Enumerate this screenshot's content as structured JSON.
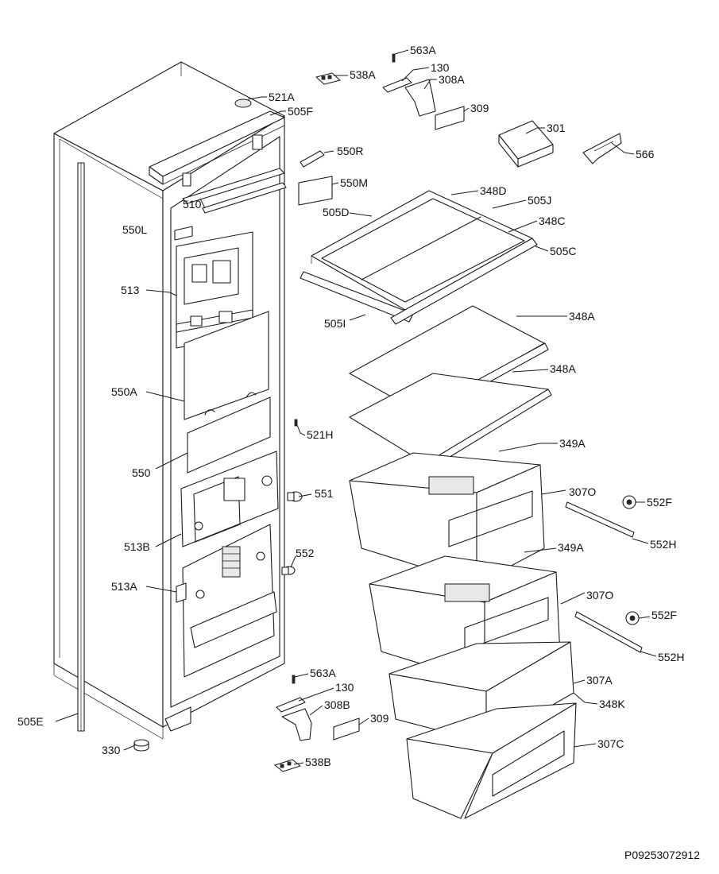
{
  "document_number": "P09253072912",
  "part_labels": [
    {
      "code": "563A"
    },
    {
      "code": "538A"
    },
    {
      "code": "130"
    },
    {
      "code": "308A"
    },
    {
      "code": "521A"
    },
    {
      "code": "505F"
    },
    {
      "code": "309"
    },
    {
      "code": "301"
    },
    {
      "code": "566"
    },
    {
      "code": "550R"
    },
    {
      "code": "550M"
    },
    {
      "code": "510"
    },
    {
      "code": "348D"
    },
    {
      "code": "505J"
    },
    {
      "code": "505D"
    },
    {
      "code": "348C"
    },
    {
      "code": "550L"
    },
    {
      "code": "505C"
    },
    {
      "code": "513"
    },
    {
      "code": "505I"
    },
    {
      "code": "348A"
    },
    {
      "code": "348A"
    },
    {
      "code": "550A"
    },
    {
      "code": "521H"
    },
    {
      "code": "349A"
    },
    {
      "code": "550"
    },
    {
      "code": "551"
    },
    {
      "code": "307O"
    },
    {
      "code": "552F"
    },
    {
      "code": "513B"
    },
    {
      "code": "552H"
    },
    {
      "code": "552"
    },
    {
      "code": "349A"
    },
    {
      "code": "513A"
    },
    {
      "code": "307O"
    },
    {
      "code": "552F"
    },
    {
      "code": "552H"
    },
    {
      "code": "563A"
    },
    {
      "code": "130"
    },
    {
      "code": "307A"
    },
    {
      "code": "308B"
    },
    {
      "code": "348K"
    },
    {
      "code": "505E"
    },
    {
      "code": "309"
    },
    {
      "code": "307C"
    },
    {
      "code": "330"
    },
    {
      "code": "538B"
    }
  ]
}
